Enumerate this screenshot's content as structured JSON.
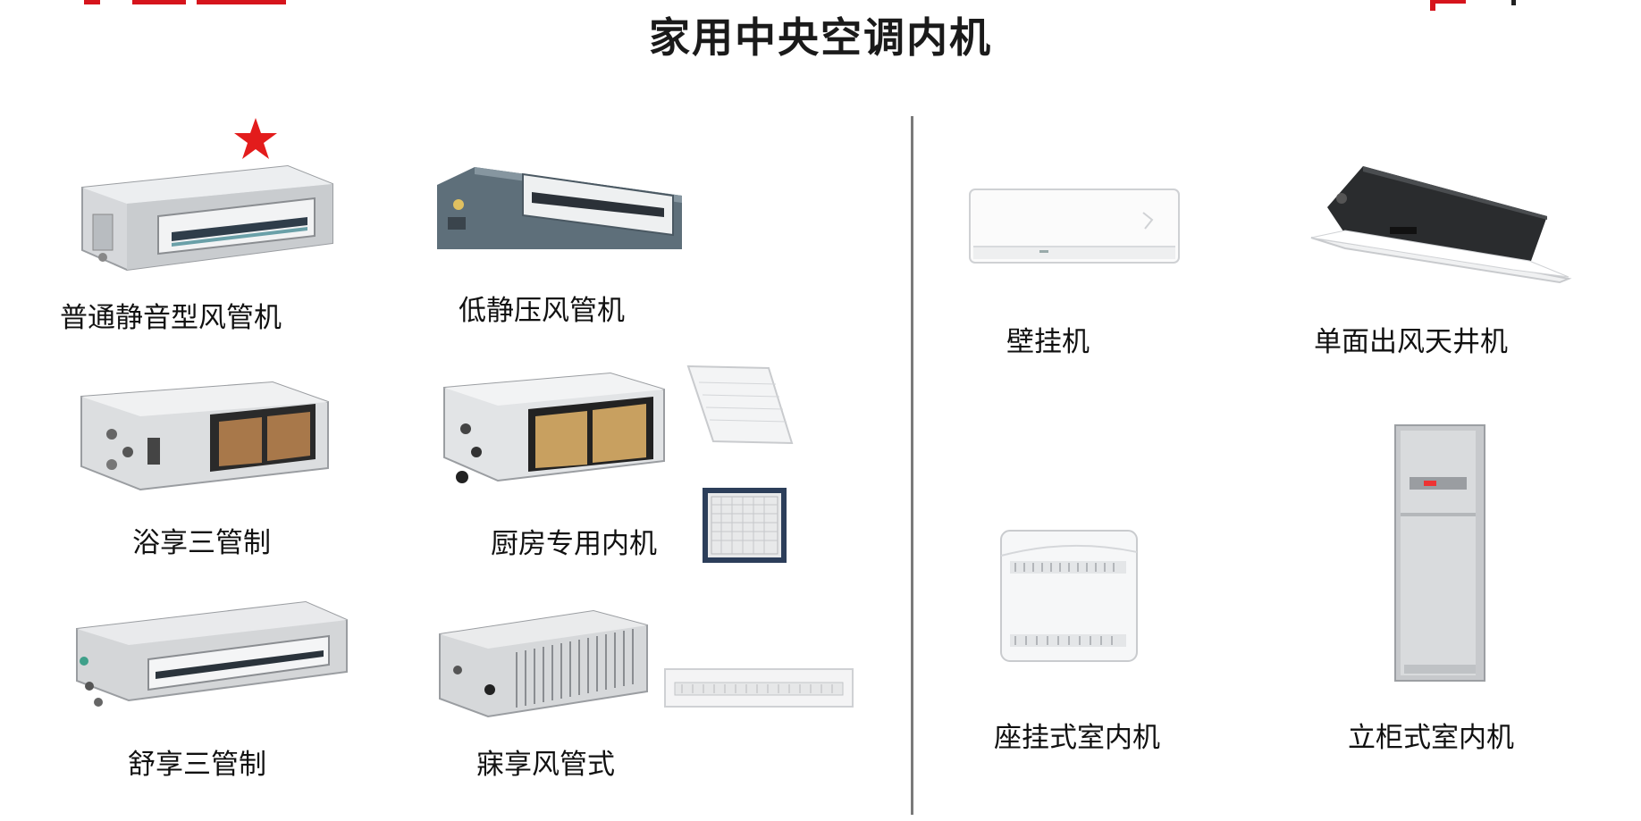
{
  "page_title": "家用中央空调内机",
  "colors": {
    "accent_red": "#e31c1c",
    "divider": "#7a7a7a"
  },
  "products": {
    "duct_standard": "普通静音型风管机",
    "duct_low_static": "低静压风管机",
    "bath_three_pipe": "浴享三管制",
    "kitchen_unit": "厨房专用内机",
    "comfort_three_pipe": "舒享三管制",
    "sleep_duct": "寐享风管式",
    "wall_mounted": "壁挂机",
    "cassette_one_way": "单面出风天井机",
    "console": "座挂式室内机",
    "floor_standing": "立柜式室内机"
  },
  "icons": {
    "recommended": "star-icon"
  }
}
